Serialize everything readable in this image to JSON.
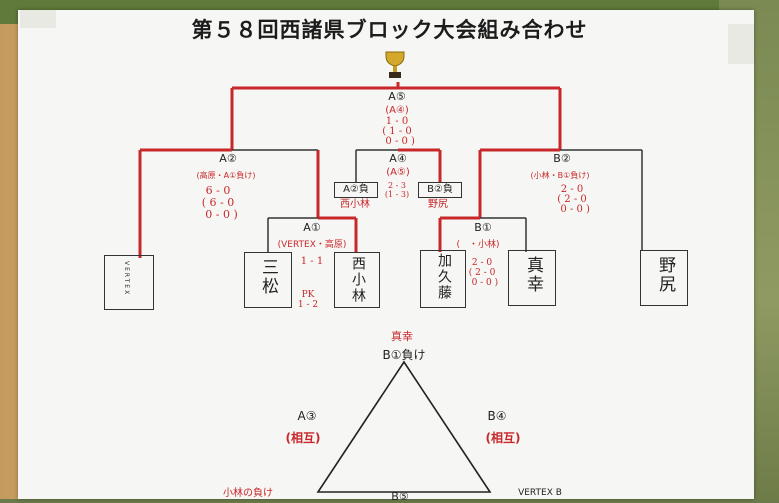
{
  "title": "第５８回西諸県ブロック大会組み合わせ",
  "nodes": {
    "final": "A⑤",
    "final_sub": "(A④)",
    "final_score": "1 - 0\n( 1 - 0\n  0 - 0 )",
    "a2": "A②",
    "a2_sub": "(高原・A①負け)",
    "a2_score": "6 - 0\n( 6 - 0\n  0 - 0 )",
    "a4": "A④",
    "a4_sub": "(A⑤)",
    "a4_score": "2 - 3\n(1 - 3)",
    "b2": "B②",
    "b2_sub": "(小林・B①負け)",
    "b2_score": "2 - 0\n( 2 - 0\n  0 - 0 )",
    "a1": "A①",
    "a1_sub": "(VERTEX・高原)",
    "a1_score": "1 - 1",
    "a1_pk": "PK\n1 - 2",
    "b1": "B①",
    "b1_sub": "(　・小林)",
    "b1_score": "2 - 0\n( 2 - 0\n  0 - 0 )",
    "a2_lose": "A②負",
    "a2_lose_hand": "西小林",
    "b2_lose": "B②負",
    "b2_lose_hand": "野尻"
  },
  "teams": {
    "vertex": "VERTEX",
    "sanmatsu": "三松",
    "nishikobayashi": "西小林",
    "katou": "加久藤",
    "masaki": "真幸",
    "nojiri": "野尻"
  },
  "league": {
    "top_hand": "真幸",
    "top": "B①負け",
    "left": "A③",
    "left_sub": "(相互)",
    "right": "B④",
    "right_sub": "(相互)",
    "bottom": "B⑤",
    "bottom_right": "VERTEX B",
    "bottom_left": "小林の負け"
  }
}
